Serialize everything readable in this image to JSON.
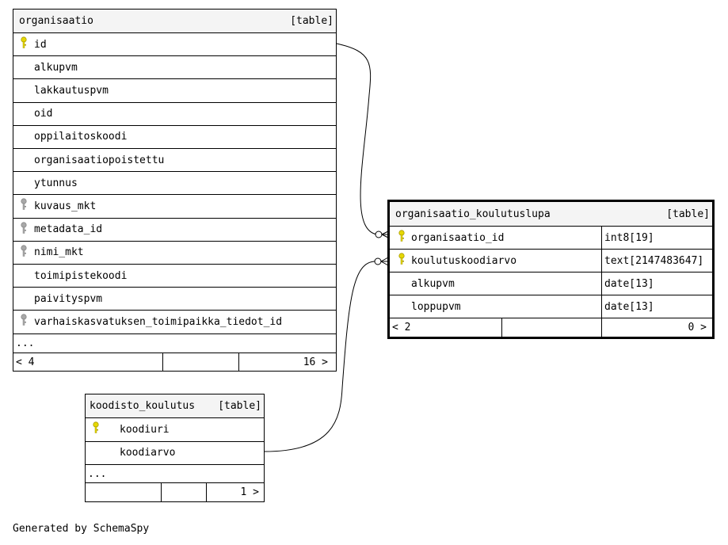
{
  "tables": {
    "organisaatio": {
      "name": "organisaatio",
      "kind": "[table]",
      "columns": [
        {
          "name": "id",
          "key": "primary"
        },
        {
          "name": "alkupvm",
          "key": "none"
        },
        {
          "name": "lakkautuspvm",
          "key": "none"
        },
        {
          "name": "oid",
          "key": "none"
        },
        {
          "name": "oppilaitoskoodi",
          "key": "none"
        },
        {
          "name": "organisaatiopoistettu",
          "key": "none"
        },
        {
          "name": "ytunnus",
          "key": "none"
        },
        {
          "name": "kuvaus_mkt",
          "key": "foreign"
        },
        {
          "name": "metadata_id",
          "key": "foreign"
        },
        {
          "name": "nimi_mkt",
          "key": "foreign"
        },
        {
          "name": "toimipistekoodi",
          "key": "none"
        },
        {
          "name": "paivityspvm",
          "key": "none"
        },
        {
          "name": "varhaiskasvatuksen_toimipaikka_tiedot_id",
          "key": "foreign"
        }
      ],
      "more": "...",
      "footer_left": "< 4",
      "footer_right": "16 >"
    },
    "organisaatio_koulutuslupa": {
      "name": "organisaatio_koulutuslupa",
      "kind": "[table]",
      "columns": [
        {
          "name": "organisaatio_id",
          "type": "int8[19]",
          "key": "primary"
        },
        {
          "name": "koulutuskoodiarvo",
          "type": "text[2147483647]",
          "key": "primary"
        },
        {
          "name": "alkupvm",
          "type": "date[13]",
          "key": "none"
        },
        {
          "name": "loppupvm",
          "type": "date[13]",
          "key": "none"
        }
      ],
      "footer_left": "< 2",
      "footer_right": "0 >"
    },
    "koodisto_koulutus": {
      "name": "koodisto_koulutus",
      "kind": "[table]",
      "columns": [
        {
          "name": "koodiuri",
          "key": "primary"
        },
        {
          "name": "koodiarvo",
          "key": "none"
        }
      ],
      "more": "...",
      "footer_left": "",
      "footer_right": "1 >"
    }
  },
  "relationships": [
    {
      "from": "organisaatio.id",
      "to": "organisaatio_koulutuslupa.organisaatio_id"
    },
    {
      "from": "koodisto_koulutus.koodiarvo",
      "to": "organisaatio_koulutuslupa.koulutuskoodiarvo"
    }
  ],
  "colors": {
    "primary_key": "#e6d800",
    "foreign_key": "#a8a8a8",
    "header_bg": "#f4f4f4"
  },
  "footer": {
    "text": "Generated by SchemaSpy"
  }
}
